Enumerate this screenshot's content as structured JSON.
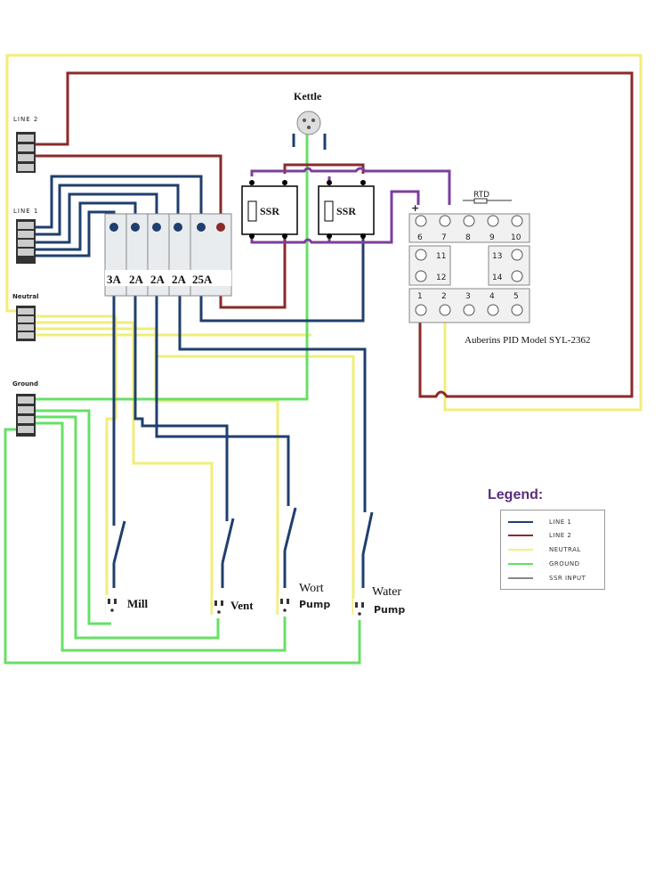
{
  "labels": {
    "kettle": "Kettle",
    "line2": "LINE 2",
    "line1": "LINE 1",
    "neutral": "Neutral",
    "ground": "Ground",
    "ssr_left": "SSR",
    "ssr_right": "SSR",
    "rtd": "RTD",
    "controller": "Auberins PID Model SYL-2362",
    "plus": "+"
  },
  "breakers": [
    "3A",
    "2A",
    "2A",
    "2A",
    "25A"
  ],
  "terminals_top": [
    "6",
    "7",
    "8",
    "9",
    "10"
  ],
  "terminals_mid_left": [
    "11",
    "12"
  ],
  "terminals_mid_right": [
    "13",
    "14"
  ],
  "terminals_bottom": [
    "1",
    "2",
    "3",
    "4",
    "5"
  ],
  "loads": {
    "mill": "Mill",
    "vent": "Vent",
    "wort_line1": "Wort",
    "wort_line2": "Pump",
    "water_line1": "Water",
    "water_line2": "Pump"
  },
  "legend": {
    "title": "Legend:",
    "items": [
      {
        "label": "LINE 1",
        "color": "#1f3f6e"
      },
      {
        "label": "LINE 2",
        "color": "#8b2a2a"
      },
      {
        "label": "NEUTRAL",
        "color": "#f3f07a"
      },
      {
        "label": "GROUND",
        "color": "#5fe05f"
      },
      {
        "label": "SSR INPUT",
        "color": "#888888"
      }
    ]
  },
  "colors": {
    "line1": "#1f3f6e",
    "line2": "#8b2a2a",
    "neutral": "#f0ee78",
    "ground": "#66e066",
    "ssr_input": "#7b3f9e"
  }
}
